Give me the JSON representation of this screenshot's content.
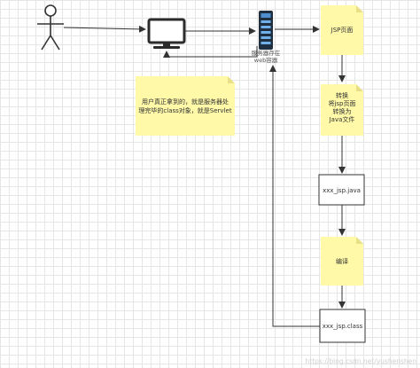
{
  "actor": {
    "icon": "stick-figure-user-icon"
  },
  "browser": {
    "icon": "computer-monitor-icon"
  },
  "server": {
    "icon": "server-tower-icon",
    "label_line1": "服务器存在",
    "label_line2": "web容器"
  },
  "notes": {
    "jsp_page": "JSP页面",
    "convert": [
      "转换",
      "将jsp页面",
      "转换为",
      "Java文件"
    ],
    "compile": "编译",
    "servlet": [
      "用户真正拿到的，就是服务器处",
      "理完毕的class对象，就是Servlet"
    ]
  },
  "boxes": {
    "java_file": "xxx_jsp.java",
    "class_file": "xxx_jsp.class"
  },
  "colors": {
    "note_fill": "#fff9a8",
    "note_fold": "#e8e089",
    "line": "#333333"
  },
  "watermark": "https://blog.csdn.net/yushenshen"
}
